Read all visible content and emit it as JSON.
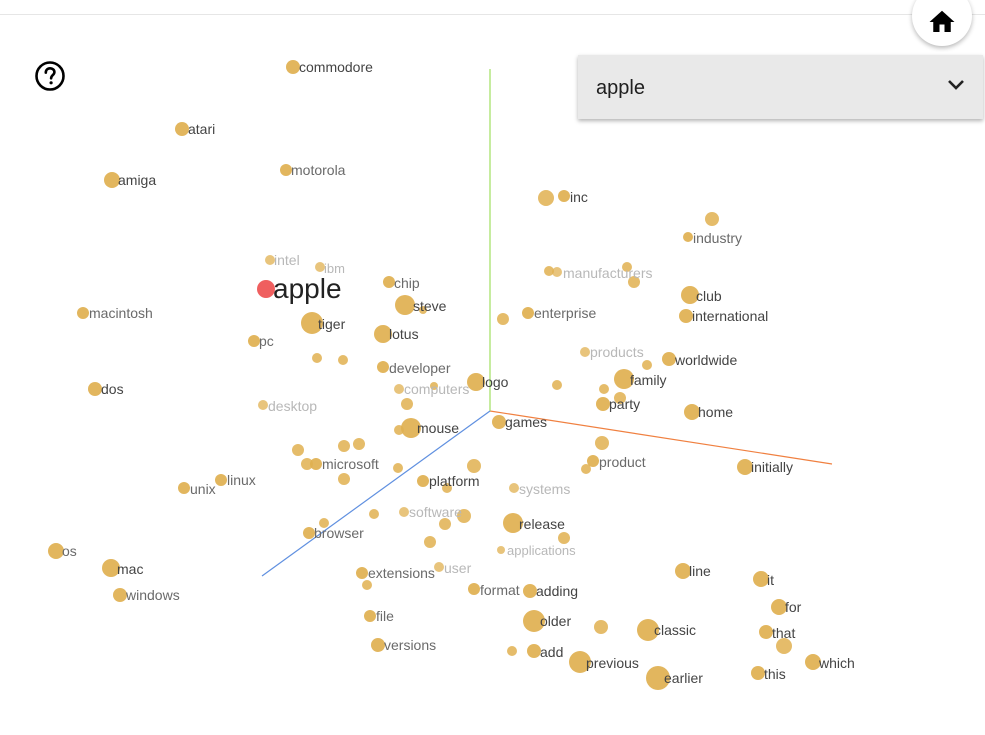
{
  "search": {
    "selected_value": "apple"
  },
  "colors": {
    "point": "#e0b050",
    "focus_point": "#ef5f5f",
    "axis_x": "#f08040",
    "axis_y": "#a0e060",
    "axis_z": "#6090e0",
    "label_dark": "#444444",
    "label_faded": "#b8b8b8"
  },
  "icons": {
    "home": "home-icon",
    "help": "help-icon",
    "dropdown": "chevron-down-icon"
  },
  "focus_word": "apple",
  "points": [
    {
      "word": "commodore",
      "tone": "dark"
    },
    {
      "word": "atari",
      "tone": "dark"
    },
    {
      "word": "motorola",
      "tone": "mid"
    },
    {
      "word": "amiga",
      "tone": "dark"
    },
    {
      "word": "inc",
      "tone": "dark"
    },
    {
      "word": "industry",
      "tone": "mid"
    },
    {
      "word": "intel",
      "tone": "faded"
    },
    {
      "word": "ibm",
      "tone": "faded"
    },
    {
      "word": "manufacturers",
      "tone": "faded"
    },
    {
      "word": "chip",
      "tone": "mid"
    },
    {
      "word": "steve",
      "tone": "dark"
    },
    {
      "word": "club",
      "tone": "dark"
    },
    {
      "word": "macintosh",
      "tone": "mid"
    },
    {
      "word": "enterprise",
      "tone": "mid"
    },
    {
      "word": "international",
      "tone": "dark"
    },
    {
      "word": "tiger",
      "tone": "dark"
    },
    {
      "word": "lotus",
      "tone": "dark"
    },
    {
      "word": "pc",
      "tone": "mid"
    },
    {
      "word": "products",
      "tone": "faded"
    },
    {
      "word": "worldwide",
      "tone": "dark"
    },
    {
      "word": "developer",
      "tone": "mid"
    },
    {
      "word": "family",
      "tone": "dark"
    },
    {
      "word": "logo",
      "tone": "dark"
    },
    {
      "word": "computers",
      "tone": "faded"
    },
    {
      "word": "dos",
      "tone": "dark"
    },
    {
      "word": "party",
      "tone": "dark"
    },
    {
      "word": "desktop",
      "tone": "faded"
    },
    {
      "word": "home",
      "tone": "dark"
    },
    {
      "word": "games",
      "tone": "dark"
    },
    {
      "word": "mouse",
      "tone": "dark"
    },
    {
      "word": "product",
      "tone": "mid"
    },
    {
      "word": "microsoft",
      "tone": "mid"
    },
    {
      "word": "initially",
      "tone": "dark"
    },
    {
      "word": "linux",
      "tone": "mid"
    },
    {
      "word": "platform",
      "tone": "dark"
    },
    {
      "word": "unix",
      "tone": "mid"
    },
    {
      "word": "systems",
      "tone": "faded"
    },
    {
      "word": "software",
      "tone": "faded"
    },
    {
      "word": "release",
      "tone": "dark"
    },
    {
      "word": "browser",
      "tone": "mid"
    },
    {
      "word": "applications",
      "tone": "faded"
    },
    {
      "word": "os",
      "tone": "mid"
    },
    {
      "word": "mac",
      "tone": "dark"
    },
    {
      "word": "extensions",
      "tone": "mid"
    },
    {
      "word": "user",
      "tone": "faded"
    },
    {
      "word": "line",
      "tone": "dark"
    },
    {
      "word": "windows",
      "tone": "mid"
    },
    {
      "word": "it",
      "tone": "dark"
    },
    {
      "word": "format",
      "tone": "mid"
    },
    {
      "word": "adding",
      "tone": "dark"
    },
    {
      "word": "for",
      "tone": "dark"
    },
    {
      "word": "file",
      "tone": "mid"
    },
    {
      "word": "older",
      "tone": "dark"
    },
    {
      "word": "classic",
      "tone": "dark"
    },
    {
      "word": "that",
      "tone": "dark"
    },
    {
      "word": "versions",
      "tone": "mid"
    },
    {
      "word": "add",
      "tone": "dark"
    },
    {
      "word": "previous",
      "tone": "dark"
    },
    {
      "word": "which",
      "tone": "dark"
    },
    {
      "word": "this",
      "tone": "dark"
    },
    {
      "word": "earlier",
      "tone": "dark"
    }
  ]
}
